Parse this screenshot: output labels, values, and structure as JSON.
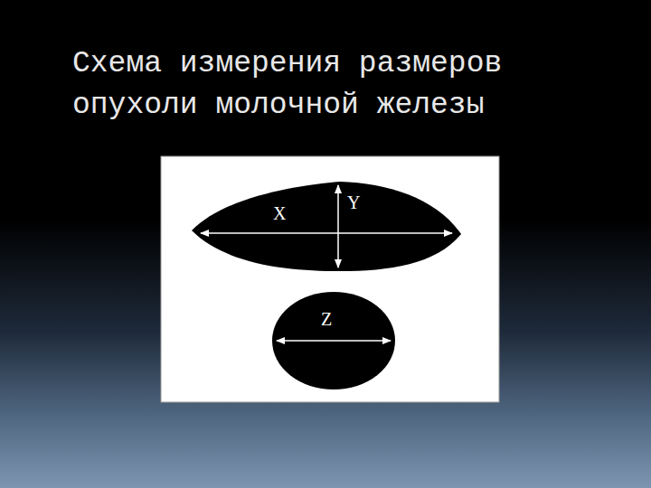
{
  "diagram": {
    "title": "Схема измерения размеров опухоли молочной железы",
    "nodes": [
      {
        "text": [
          "X",
          "Y"
        ]
      },
      {
        "text": [
          "Z"
        ]
      }
    ]
  }
}
